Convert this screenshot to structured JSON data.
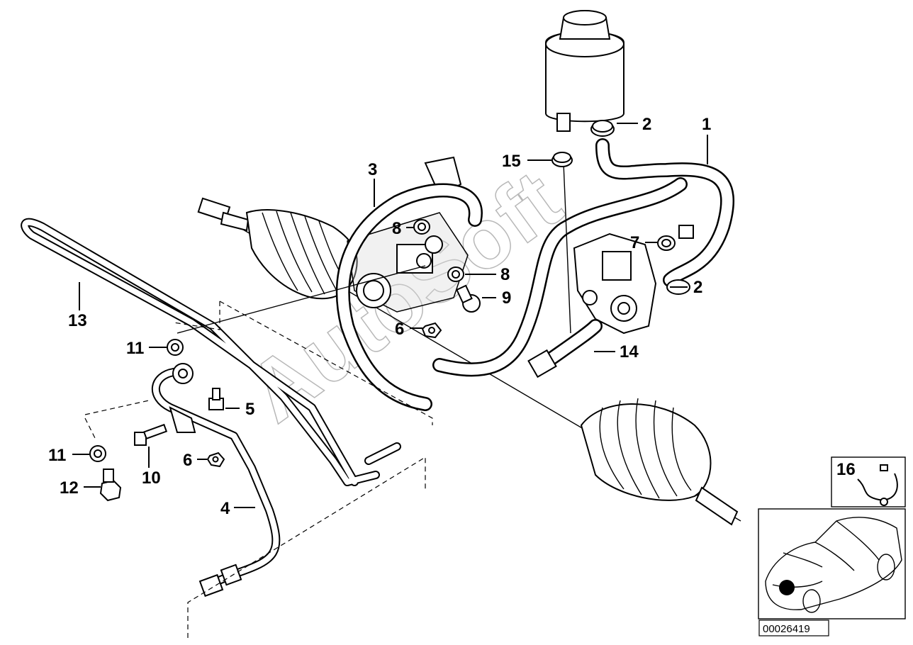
{
  "diagram": {
    "watermark": "AutoSoft",
    "reference_number": "00026419",
    "callouts": [
      {
        "id": "c1",
        "label": "1"
      },
      {
        "id": "c2a",
        "label": "2"
      },
      {
        "id": "c2b",
        "label": "2"
      },
      {
        "id": "c3",
        "label": "3"
      },
      {
        "id": "c4",
        "label": "4"
      },
      {
        "id": "c5",
        "label": "5"
      },
      {
        "id": "c6a",
        "label": "6"
      },
      {
        "id": "c6b",
        "label": "6"
      },
      {
        "id": "c7",
        "label": "7"
      },
      {
        "id": "c8a",
        "label": "8"
      },
      {
        "id": "c8b",
        "label": "8"
      },
      {
        "id": "c9",
        "label": "9"
      },
      {
        "id": "c10",
        "label": "10"
      },
      {
        "id": "c11a",
        "label": "11"
      },
      {
        "id": "c11b",
        "label": "11"
      },
      {
        "id": "c12",
        "label": "12"
      },
      {
        "id": "c13",
        "label": "13"
      },
      {
        "id": "c14",
        "label": "14"
      },
      {
        "id": "c15",
        "label": "15"
      },
      {
        "id": "c16",
        "label": "16"
      }
    ]
  }
}
